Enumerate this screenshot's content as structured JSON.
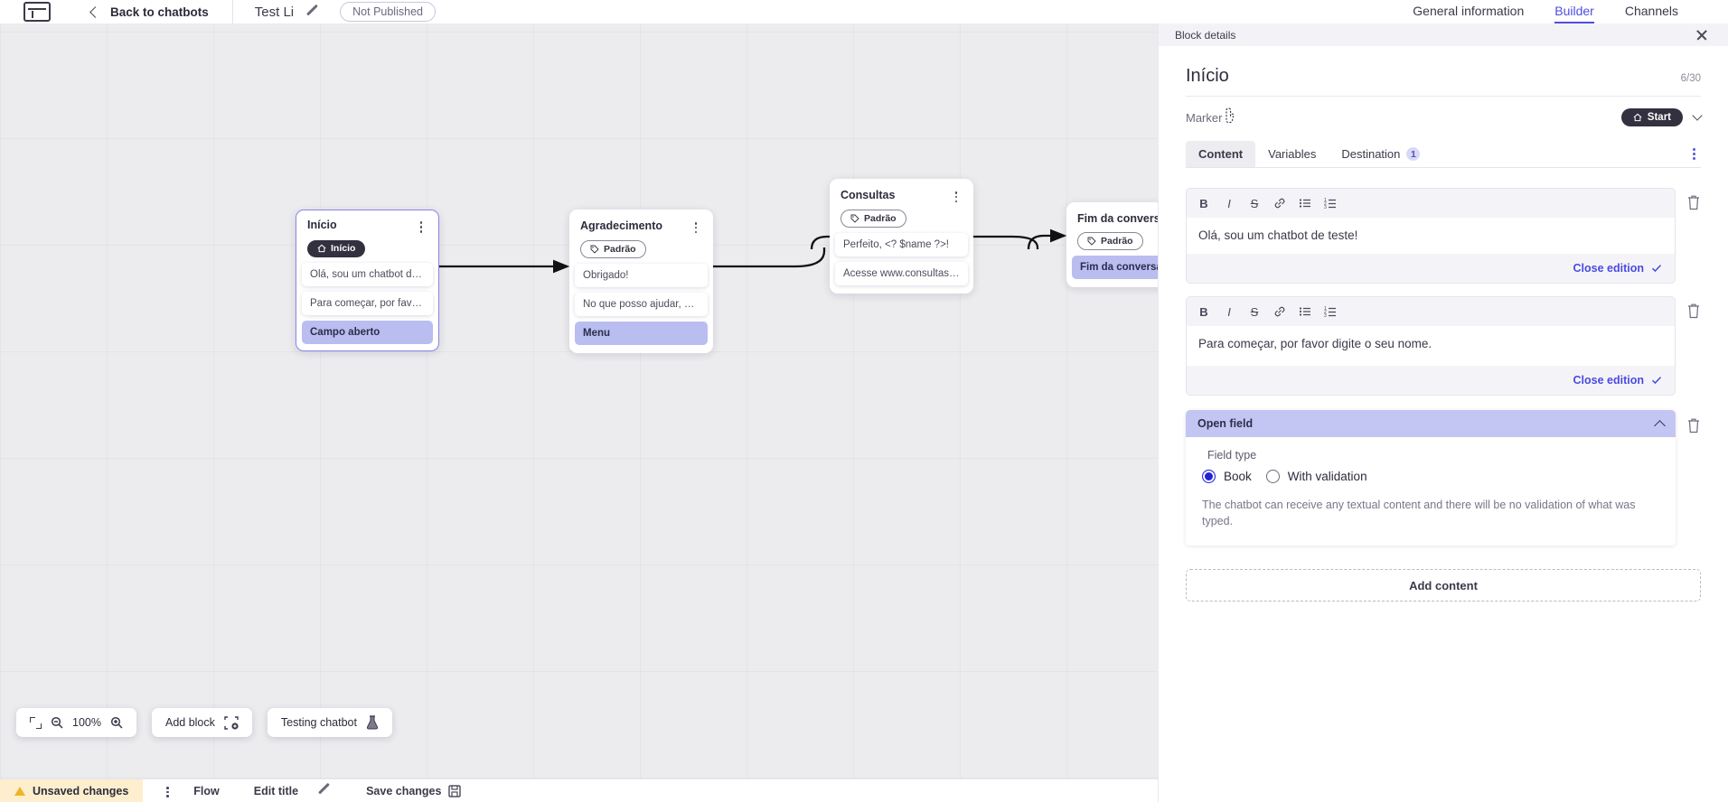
{
  "topbar": {
    "logo_icon": "chatbot-logo-icon",
    "back_chevron_icon": "chevron-left-icon",
    "back_label": "Back to chatbots",
    "bot_name": "Test Li",
    "edit_icon": "pencil-icon",
    "publish_status": "Not Published",
    "tabs": [
      {
        "label": "General information",
        "active": false
      },
      {
        "label": "Builder",
        "active": true
      },
      {
        "label": "Channels",
        "active": false
      }
    ]
  },
  "canvas": {
    "nodes": [
      {
        "title": "Início",
        "tag": {
          "label": "Início",
          "icon": "home-icon",
          "style": "start"
        },
        "rows": [
          {
            "text": "Olá, sou um chatbot de teste!",
            "highlight": false
          },
          {
            "text": "Para começar, por favor digite o ...",
            "highlight": false
          },
          {
            "text": "Campo aberto",
            "highlight": true
          }
        ],
        "selected": true
      },
      {
        "title": "Agradecimento",
        "tag": {
          "label": "Padrão",
          "icon": "tag-icon",
          "style": "default"
        },
        "rows": [
          {
            "text": "Obrigado!",
            "highlight": false
          },
          {
            "text": "No que posso ajudar, <? $name ...",
            "highlight": false
          },
          {
            "text": "Menu",
            "highlight": true
          }
        ],
        "selected": false
      },
      {
        "title": "Consultas",
        "tag": {
          "label": "Padrão",
          "icon": "tag-icon",
          "style": "default"
        },
        "rows": [
          {
            "text": "Perfeito, <? $name ?>!",
            "highlight": false
          },
          {
            "text": "Acesse www.consultas.com par...",
            "highlight": false
          }
        ],
        "selected": false
      },
      {
        "title": "Fim da conversa",
        "tag": {
          "label": "Padrão",
          "icon": "tag-icon",
          "style": "default"
        },
        "rows": [
          {
            "text": "Fim da conversa",
            "highlight": true
          }
        ],
        "selected": false
      }
    ],
    "toolbar": {
      "fit_icon": "fit-screen-icon",
      "zoom_out_icon": "zoom-out-icon",
      "zoom_level": "100%",
      "zoom_in_icon": "zoom-in-icon",
      "add_block_label": "Add block",
      "add_block_icon": "add-block-icon",
      "testing_label": "Testing chatbot",
      "testing_icon": "flask-icon"
    }
  },
  "footer": {
    "warning_icon": "warning-triangle-icon",
    "unsaved_label": "Unsaved changes",
    "kebab_icon": "more-vertical-icon",
    "flow_label": "Flow",
    "edit_title_label": "Edit title",
    "edit_title_icon": "pencil-icon",
    "save_label": "Save changes",
    "save_icon": "floppy-disk-icon"
  },
  "panel": {
    "header_label": "Block details",
    "close_icon": "close-icon",
    "block_title": "Início",
    "char_count": "6/30",
    "marker_label": "Marker",
    "marker_chip": "Start",
    "marker_chip_icon": "home-icon",
    "marker_chevron_icon": "chevron-down-icon",
    "tabs": [
      {
        "label": "Content",
        "active": true,
        "badge": ""
      },
      {
        "label": "Variables",
        "active": false,
        "badge": ""
      },
      {
        "label": "Destination",
        "active": false,
        "badge": "1"
      }
    ],
    "tab_menu_icon": "more-vertical-icon",
    "editor_toolbar_icons": [
      "bold-icon",
      "italic-icon",
      "strikethrough-icon",
      "link-icon",
      "bullet-list-icon",
      "numbered-list-icon"
    ],
    "editors": [
      {
        "text": "Olá, sou um chatbot de teste!",
        "close_label": "Close edition",
        "close_icon": "check-icon",
        "delete_icon": "trash-icon"
      },
      {
        "text": "Para começar, por favor digite o seu nome.",
        "close_label": "Close edition",
        "close_icon": "check-icon",
        "delete_icon": "trash-icon"
      }
    ],
    "open_field": {
      "title": "Open field",
      "collapse_icon": "chevron-up-icon",
      "delete_icon": "trash-icon",
      "field_type_label": "Field type",
      "options": [
        {
          "label": "Book",
          "selected": true
        },
        {
          "label": "With validation",
          "selected": false
        }
      ],
      "description": "The chatbot can receive any textual content and there will be no validation of what was typed."
    },
    "add_content_label": "Add content"
  },
  "colors": {
    "accent": "#4e4ee0",
    "highlight": "#b9bdf0",
    "dark_chip": "#33303f",
    "canvas_bg": "#ececef",
    "warning_bg": "#fdeecd"
  }
}
